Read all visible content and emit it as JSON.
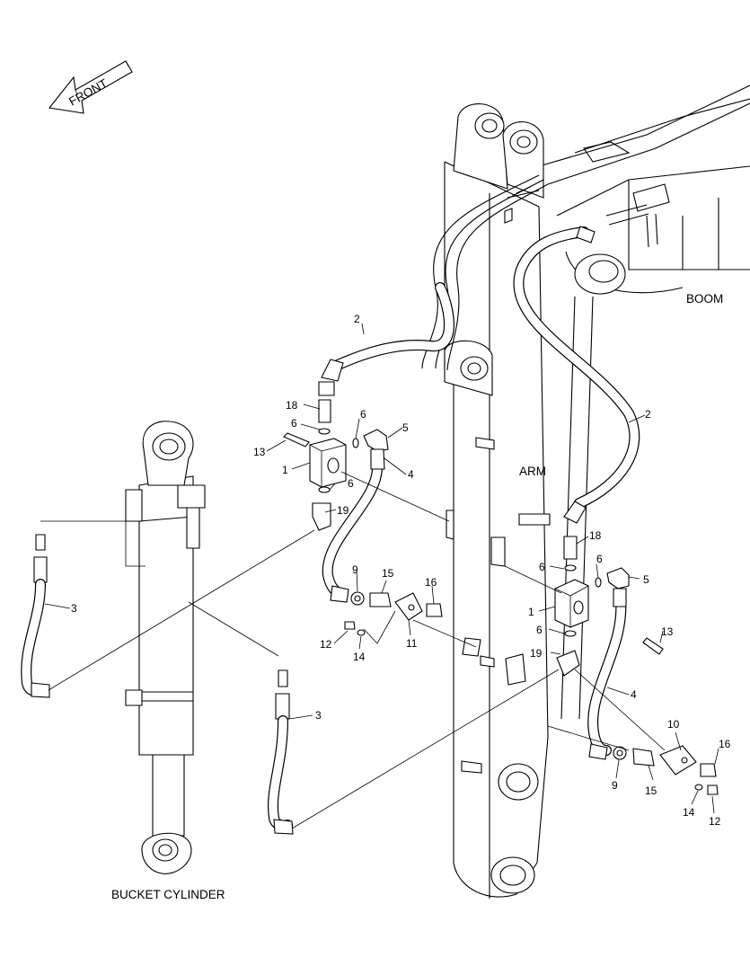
{
  "direction": {
    "label": "FRONT"
  },
  "sections": {
    "boom": "BOOM",
    "arm": "ARM",
    "bucket_cylinder": "BUCKET CYLINDER"
  },
  "callouts": {
    "l_2a": "2",
    "l_18a": "18",
    "l_6a": "6",
    "l_6b": "6",
    "l_5a": "5",
    "l_13a": "13",
    "l_1a": "1",
    "l_4a": "4",
    "l_6c": "6",
    "l_19a": "19",
    "l_9a": "9",
    "l_15a": "15",
    "l_16a": "16",
    "l_12a": "12",
    "l_14a": "14",
    "l_11a": "11",
    "l_3a": "3",
    "l_3b": "3",
    "l_2b": "2",
    "l_18b": "18",
    "l_6d": "6",
    "l_6e": "6",
    "l_5b": "5",
    "l_1b": "1",
    "l_6f": "6",
    "l_13b": "13",
    "l_19b": "19",
    "l_4b": "4",
    "l_10a": "10",
    "l_16b": "16",
    "l_9b": "9",
    "l_15b": "15",
    "l_14b": "14",
    "l_12b": "12"
  }
}
